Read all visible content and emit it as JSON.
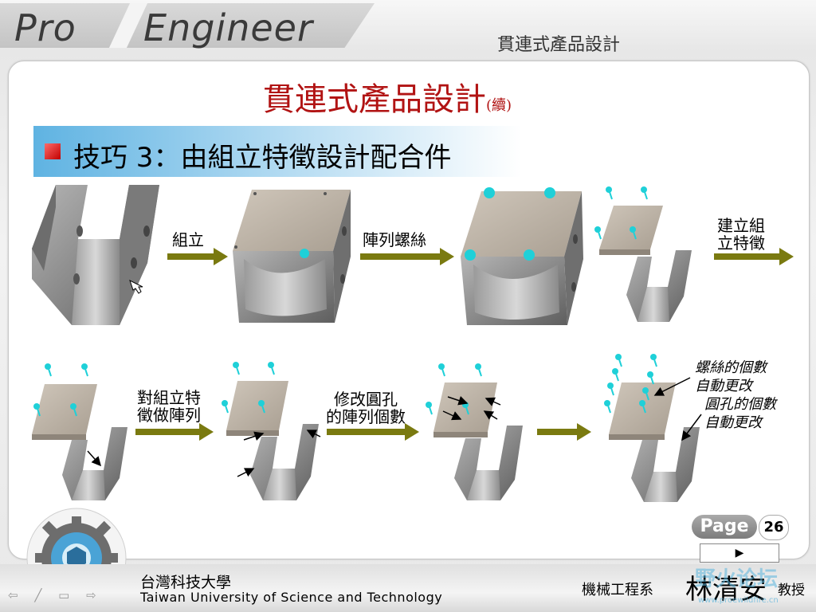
{
  "header": {
    "logo_pro": "Pro",
    "logo_engineer": "Engineer",
    "section_title": "貫連式產品設計"
  },
  "slide": {
    "title": "貫連式產品設計",
    "title_suffix": "(續)",
    "subtitle": "技巧 3：由組立特徵設計配合件"
  },
  "steps": {
    "assemble": "組立",
    "pattern_screws": "陣列螺絲",
    "create_feature_line1": "建立組",
    "create_feature_line2": "立特徵",
    "pattern_feature_line1": "對組立特",
    "pattern_feature_line2": "徵做陣列",
    "modify_holes_line1": "修改圓孔",
    "modify_holes_line2": "的陣列個數"
  },
  "notes": {
    "screw_count_line1": "螺絲的個數",
    "screw_count_line2": "自動更改",
    "hole_count_line1": "圓孔的個數",
    "hole_count_line2": "自動更改"
  },
  "footer": {
    "university_cn": "台灣科技大學",
    "university_en": "Taiwan University of Science and Technology",
    "department": "機械工程系",
    "professor": "林清安",
    "professor_title": "教授",
    "watermark": "野火论坛",
    "watermark_url": "www.proewildfire.cn"
  },
  "pagination": {
    "page_label": "Page",
    "page_number": "26",
    "next_symbol": "▶"
  },
  "nav": {
    "icons": [
      "arrow-left-icon",
      "pen-icon",
      "menu-icon",
      "arrow-right-icon"
    ],
    "glyphs": "⇦ ╱ ▭ ⇨"
  },
  "colors": {
    "title_red": "#b11313",
    "arrow_olive": "#7a7a10",
    "screw_cyan": "#1fd0d8",
    "plate_tan": "#bdb3a6",
    "metal_gray": "#8c8c8c"
  }
}
